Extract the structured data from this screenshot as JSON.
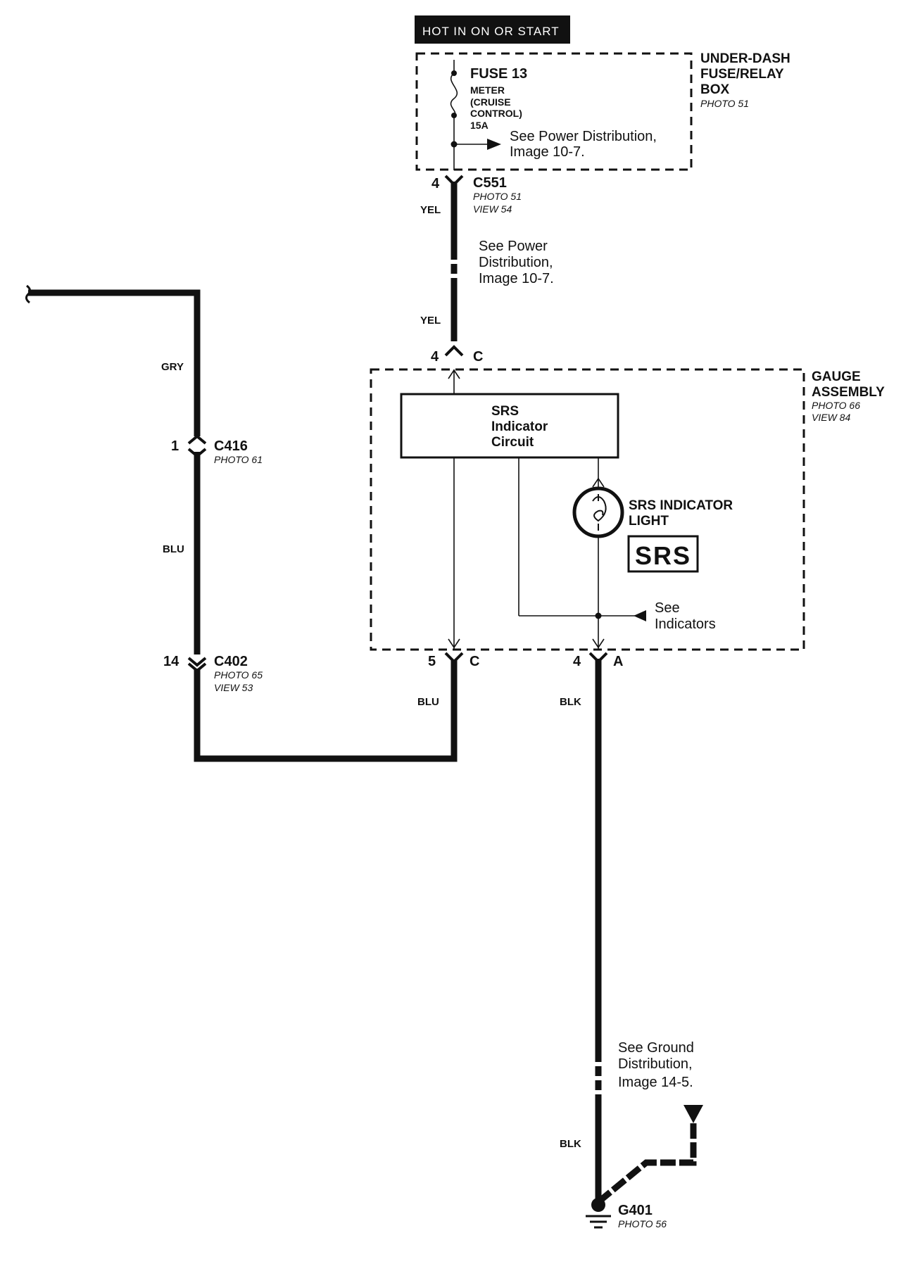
{
  "power_header": "HOT IN ON OR START",
  "fuse_box": {
    "name_lines": [
      "UNDER-DASH",
      "FUSE/RELAY",
      "BOX"
    ],
    "photo": "PHOTO 51",
    "fuse_label": "FUSE 13",
    "fuse_desc_lines": [
      "METER",
      "(CRUISE",
      "CONTROL)",
      "15A"
    ],
    "see_lines": [
      "See Power Distribution,",
      "Image 10-7."
    ]
  },
  "c551": {
    "pin": "4",
    "name": "C551",
    "photo": "PHOTO 51",
    "view": "VIEW 54",
    "wire_top": "YEL",
    "wire_bottom": "YEL",
    "see_lines": [
      "See Power",
      "Distribution,",
      "Image 10-7."
    ]
  },
  "gauge": {
    "name_lines": [
      "GAUGE",
      "ASSEMBLY"
    ],
    "photo": "PHOTO 66",
    "view": "VIEW 84",
    "top_pin": "4",
    "top_conn": "C",
    "circuit_lines": [
      "SRS",
      "Indicator",
      "Circuit"
    ],
    "light_lines": [
      "SRS INDICATOR",
      "LIGHT"
    ],
    "srs_badge": "SRS",
    "see_lines": [
      "See",
      "Indicators"
    ],
    "bottom_left_pin": "5",
    "bottom_left_conn": "C",
    "bottom_right_pin": "4",
    "bottom_right_conn": "A"
  },
  "left_wire": {
    "gry": "GRY",
    "blu": "BLU",
    "c416_pin": "1",
    "c416": "C416",
    "c416_photo": "PHOTO 61",
    "c402_pin": "14",
    "c402": "C402",
    "c402_photo": "PHOTO 65",
    "c402_view": "VIEW 53"
  },
  "blu_wire": "BLU",
  "blk_wire_top": "BLK",
  "blk_wire_bottom": "BLK",
  "ground": {
    "see_lines": [
      "See Ground",
      "Distribution,",
      "Image 14-5."
    ],
    "name": "G401",
    "photo": "PHOTO 56"
  }
}
